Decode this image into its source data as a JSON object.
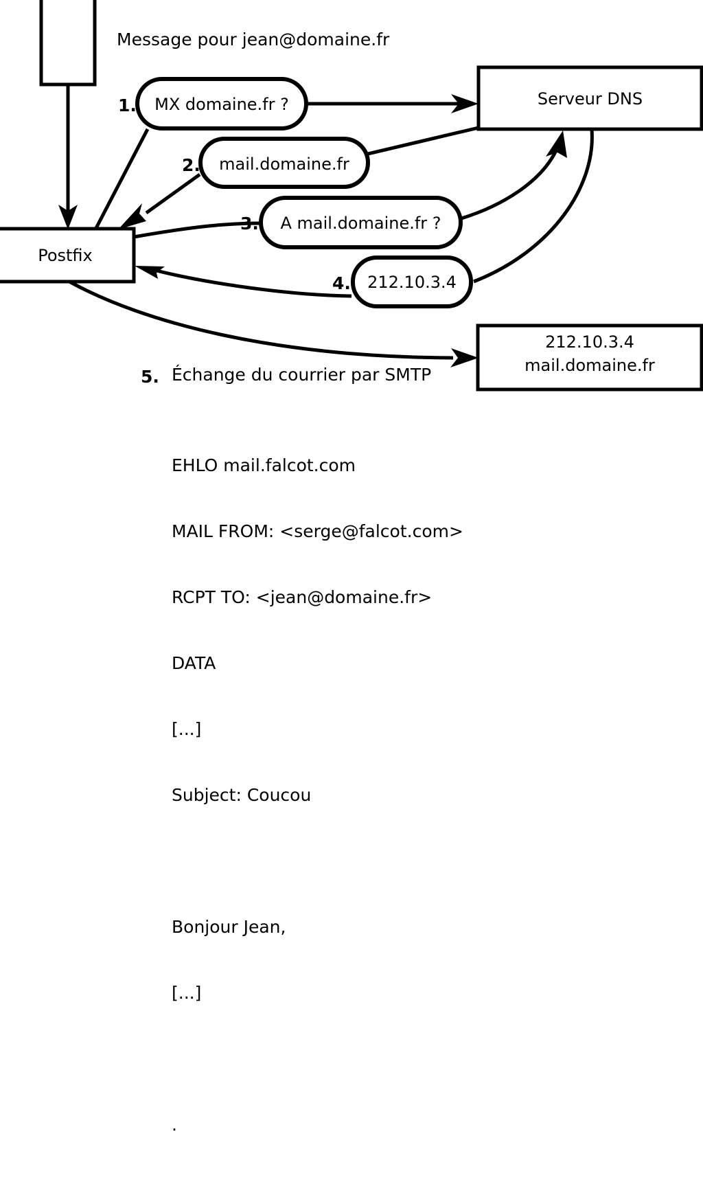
{
  "diagram": {
    "title_text": "Message pour jean@domaine.fr",
    "nodes": {
      "mua": {
        "label": ""
      },
      "postfix": {
        "label": "Postfix"
      },
      "dns": {
        "label": "Serveur DNS"
      },
      "mailserver": {
        "line1": "212.10.3.4",
        "line2": "mail.domaine.fr"
      }
    },
    "steps": [
      {
        "num": "1.",
        "label": "MX domaine.fr ?"
      },
      {
        "num": "2.",
        "label": "mail.domaine.fr"
      },
      {
        "num": "3.",
        "label": "A mail.domaine.fr ?"
      },
      {
        "num": "4.",
        "label": "212.10.3.4"
      }
    ],
    "step5": {
      "num": "5.",
      "label": "Échange du courrier par SMTP"
    },
    "transcript": [
      "EHLO mail.falcot.com",
      "MAIL FROM: <serge@falcot.com>",
      "RCPT TO: <jean@domaine.fr>",
      "DATA",
      "[...]",
      "Subject: Coucou",
      "",
      "Bonjour Jean,",
      "[...]",
      "",
      "."
    ],
    "colors": {
      "stroke": "#000000",
      "fill": "#ffffff",
      "background": "#ffffff"
    }
  }
}
